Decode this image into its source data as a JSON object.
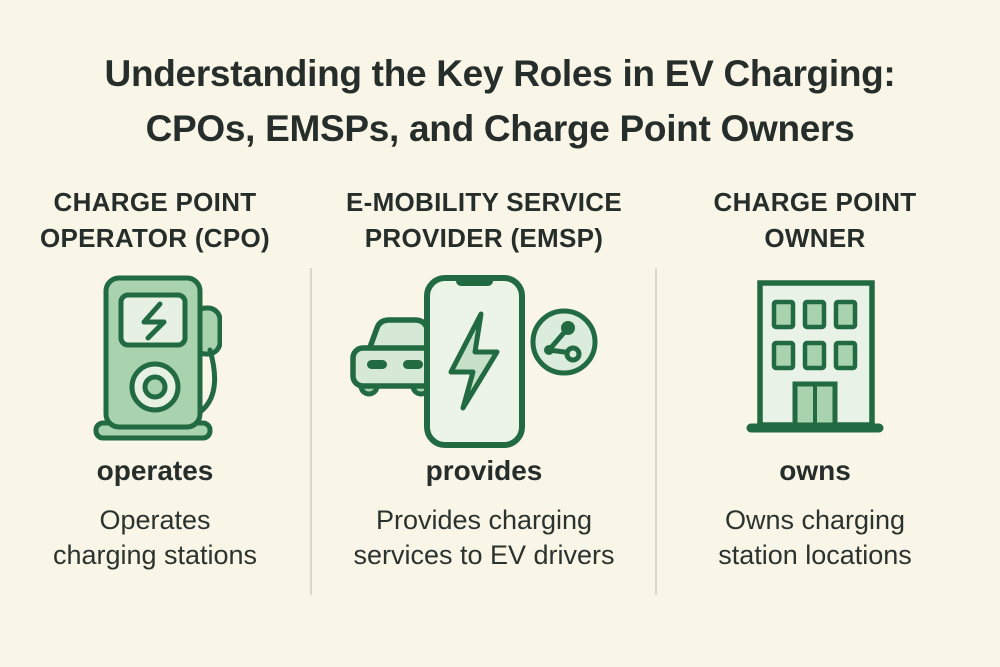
{
  "page": {
    "background_color": "#f9f5e7",
    "title_line1": "Understanding the Key Roles in EV Charging:",
    "title_line2": "CPOs, EMSPs, and Charge Point Owners"
  },
  "colors": {
    "text_dark": "#262e2b",
    "green_dark": "#226b42",
    "green_medium": "#a9d2ae",
    "green_light": "#e6f1e4",
    "green_bolt_fill": "#c6e1c7",
    "divider": "#d9d8cb"
  },
  "columns": [
    {
      "header_line1": "CHARGE POINT",
      "header_line2": "OPERATOR (CPO)",
      "icon": "ev-charging-station-icon",
      "keyword": "operates",
      "desc_line1": "Operates",
      "desc_line2": "charging stations"
    },
    {
      "header_line1": "E-MOBILITY SERVICE",
      "header_line2": "PROVIDER (EMSP)",
      "icon": "phone-car-share-icon",
      "keyword": "provides",
      "desc_line1": "Provides charging",
      "desc_line2": "services to EV drivers"
    },
    {
      "header_line1": "CHARGE POINT",
      "header_line2": "OWNER",
      "icon": "office-building-icon",
      "keyword": "owns",
      "desc_line1": "Owns charging",
      "desc_line2": "station locations"
    }
  ]
}
